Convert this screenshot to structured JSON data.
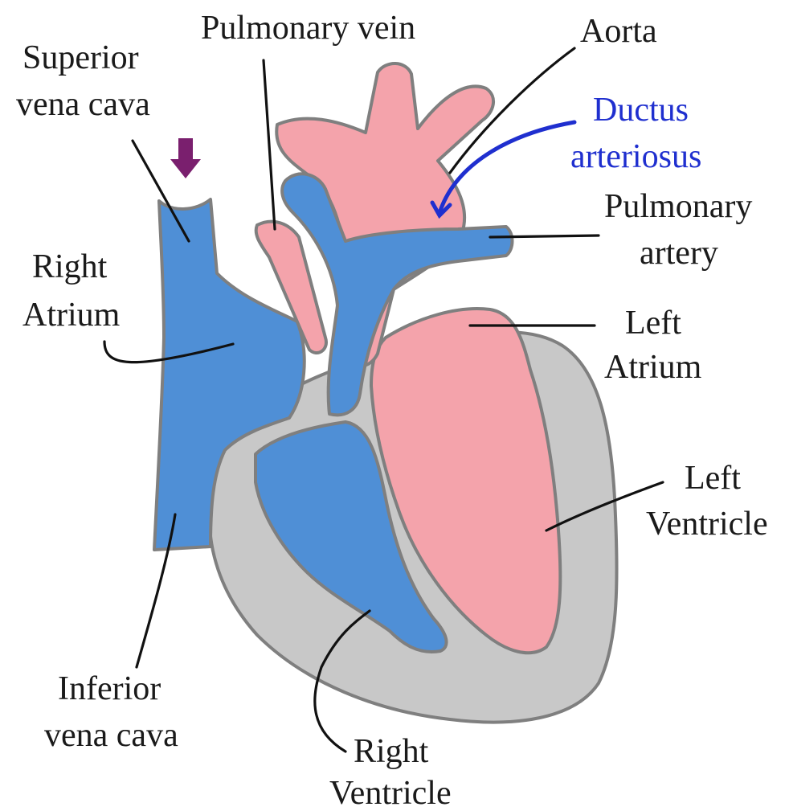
{
  "labels": {
    "pulmonary_vein": "Pulmonary vein",
    "aorta": "Aorta",
    "superior_vena_cava": [
      "Superior",
      "vena cava"
    ],
    "ductus_arteriosus": [
      "Ductus",
      "arteriosus"
    ],
    "pulmonary_artery": [
      "Pulmonary",
      "artery"
    ],
    "right_atrium": [
      "Right",
      "Atrium"
    ],
    "left_atrium": [
      "Left",
      "Atrium"
    ],
    "left_ventricle": [
      "Left",
      "Ventricle"
    ],
    "inferior_vena_cava": [
      "Inferior",
      "vena cava"
    ],
    "right_ventricle": [
      "Right",
      "Ventricle"
    ]
  },
  "colors": {
    "oxygenated": "#f4a3ab",
    "deoxygenated": "#4f8fd6",
    "myocardium": "#c8c8c8",
    "outline": "#7f7f7f",
    "ductus_label": "#1f2fcf",
    "flow_arrow": "#7a1f6e"
  },
  "icons": {
    "flow_arrow": "down-arrow-icon"
  }
}
